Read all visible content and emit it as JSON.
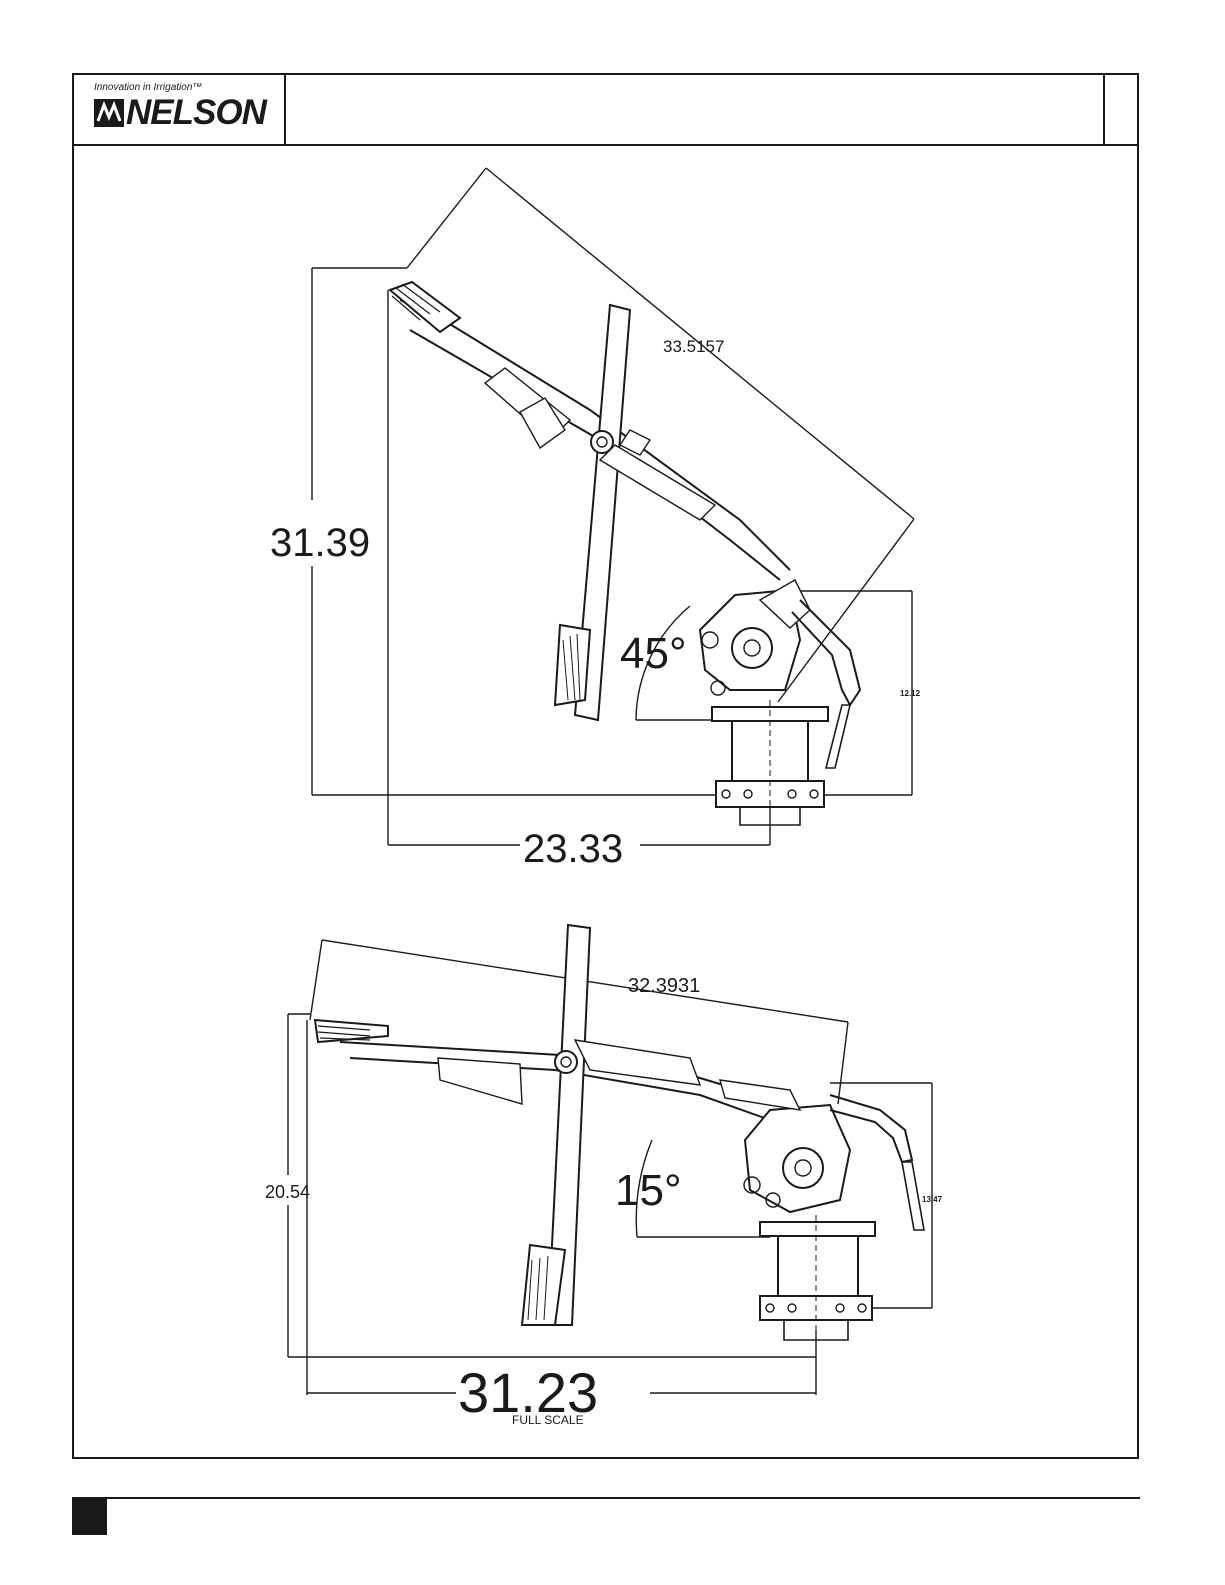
{
  "header": {
    "tagline": "Innovation in Irrigation™",
    "brand": "NELSON",
    "logo_icon": "nelson-logo-icon"
  },
  "drawing_top": {
    "arm_length": "33.5157",
    "height": "31.39",
    "width": "23.33",
    "angle": "45°",
    "side_height": "12.12"
  },
  "drawing_bottom": {
    "arm_length": "32.3931",
    "height": "20.54",
    "width": "31.23",
    "angle": "15°",
    "side_height": "13.47",
    "scale_note": "FULL  SCALE"
  },
  "colors": {
    "ink": "#1a1a1a",
    "paper": "#ffffff"
  }
}
